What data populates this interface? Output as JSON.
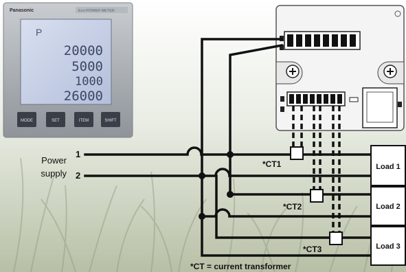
{
  "meter": {
    "brand": "Panasonic",
    "model_text": "Eco-POWER METER",
    "readings": [
      "20000",
      "5000",
      "1000",
      "26000"
    ],
    "top_glyph": "P",
    "buttons": [
      "MODE",
      "SET",
      "ITEM",
      "SHIFT"
    ],
    "colors": {
      "bezel": "#9ea3a8",
      "lcd": "#c7d0e6",
      "lcd_text": "#3c4664",
      "button": "#3a3f47"
    }
  },
  "wiring": {
    "power_supply_label": "Power\nsupply",
    "power_supply_lines": [
      "Power",
      "supply"
    ],
    "line1": "1",
    "line2": "2",
    "ct_labels": [
      "*CT1",
      "*CT2",
      "*CT3"
    ],
    "loads": [
      "Load 1",
      "Load 2",
      "Load 3"
    ],
    "footnote": "*CT = current transformer",
    "colors": {
      "wire": "#111111",
      "box_fill": "#ffffff",
      "background_grass": "#a9b49a"
    }
  }
}
